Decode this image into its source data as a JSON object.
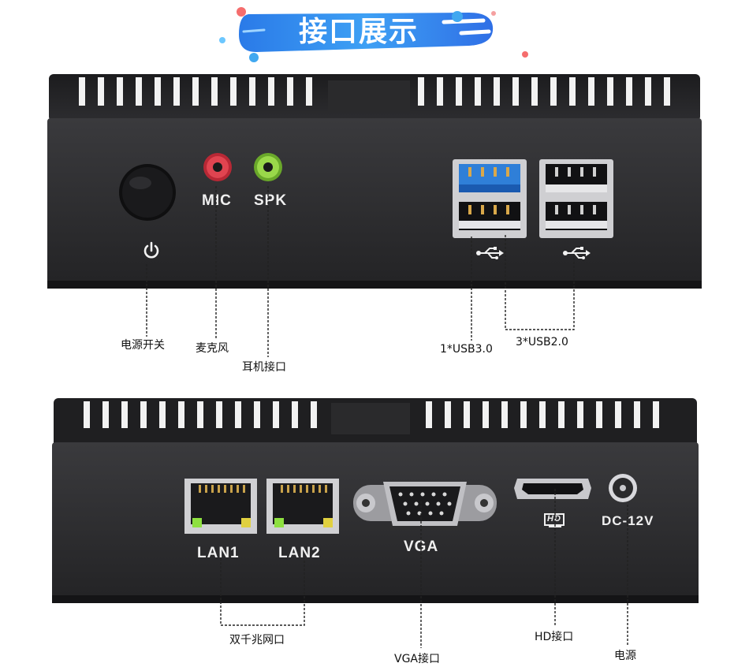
{
  "banner": {
    "title": "接口展示",
    "colors": {
      "gradient_start": "#39b7f5",
      "gradient_end": "#2e6fe8",
      "accent_dot_red": "#f56d6d",
      "accent_dot_blue": "#41a8f0"
    }
  },
  "front_panel": {
    "ports": {
      "mic_label": "MIC",
      "spk_label": "SPK"
    },
    "icons": [
      "power-icon",
      "usb-icon",
      "usb-icon"
    ],
    "callouts": {
      "power": "电源开关",
      "mic": "麦克风",
      "headphone": "耳机接口",
      "usb3": "1*USB3.0",
      "usb2": "3*USB2.0"
    }
  },
  "rear_panel": {
    "ports": {
      "lan1_label": "LAN1",
      "lan2_label": "LAN2",
      "vga_label": "VGA",
      "hd_label": "HD",
      "dc_label": "DC-12V"
    },
    "callouts": {
      "lan": "双千兆网口",
      "vga": "VGA接口",
      "hd": "HD接口",
      "power": "电源"
    }
  },
  "colors": {
    "chassis": "#2a2a2c",
    "chassis_dark": "#1b1b1d",
    "mic_jack": "#d8343f",
    "spk_jack": "#8ccf3a",
    "usb3_blue": "#2f7fd8",
    "callout_line": "#222222"
  }
}
